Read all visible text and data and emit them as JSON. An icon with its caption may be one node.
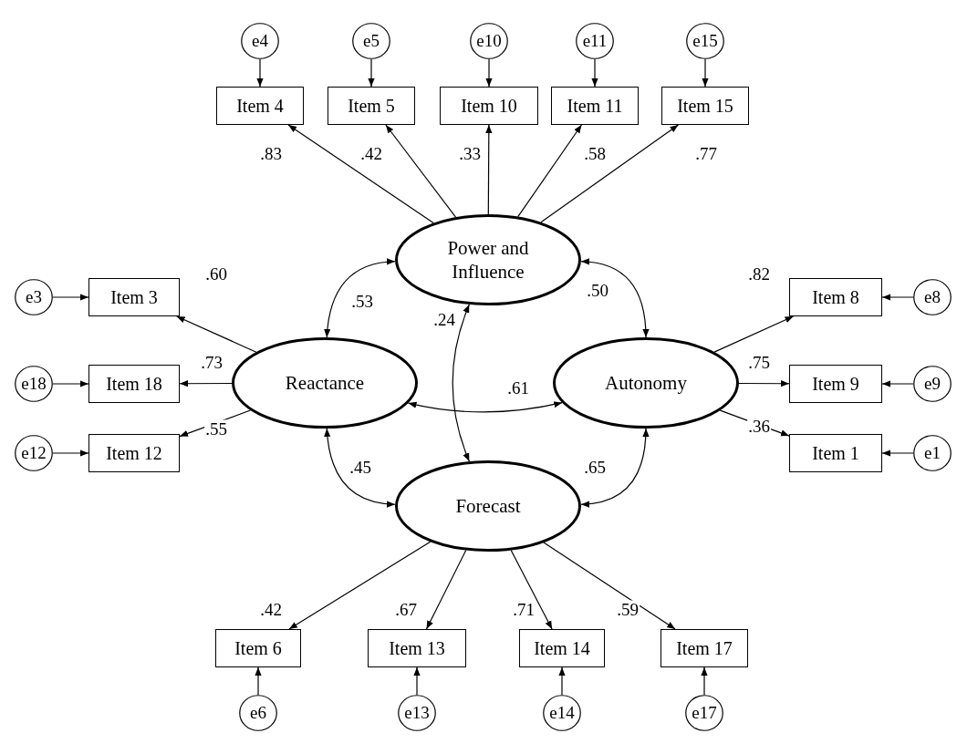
{
  "diagram": {
    "nodes": [
      {
        "text": [
          "e4"
        ]
      },
      {
        "text": [
          "e5"
        ]
      },
      {
        "text": [
          "e10"
        ]
      },
      {
        "text": [
          "e11"
        ]
      },
      {
        "text": [
          "e15"
        ]
      },
      {
        "text": [
          "Item 4"
        ]
      },
      {
        "text": [
          "Item 5"
        ]
      },
      {
        "text": [
          "Item 10"
        ]
      },
      {
        "text": [
          "Item 11"
        ]
      },
      {
        "text": [
          "Item 15"
        ]
      },
      {
        "text": [
          "Power and Influence"
        ]
      },
      {
        "text": [
          "e3"
        ]
      },
      {
        "text": [
          "Item 3"
        ]
      },
      {
        "text": [
          "Item 8"
        ]
      },
      {
        "text": [
          "e8"
        ]
      },
      {
        "text": [
          "e18"
        ]
      },
      {
        "text": [
          "Item 18"
        ]
      },
      {
        "text": [
          "Reactance"
        ]
      },
      {
        "text": [
          "Autonomy"
        ]
      },
      {
        "text": [
          "Item 9"
        ]
      },
      {
        "text": [
          "e9"
        ]
      },
      {
        "text": [
          "e12"
        ]
      },
      {
        "text": [
          "Item 12"
        ]
      },
      {
        "text": [
          "Item 1"
        ]
      },
      {
        "text": [
          "e1"
        ]
      },
      {
        "text": [
          "Forecast"
        ]
      },
      {
        "text": [
          "Item 6"
        ]
      },
      {
        "text": [
          "Item 13"
        ]
      },
      {
        "text": [
          "Item 14"
        ]
      },
      {
        "text": [
          "Item 17"
        ]
      },
      {
        "text": [
          "e6"
        ]
      },
      {
        "text": [
          "e13"
        ]
      },
      {
        "text": [
          "e14"
        ]
      },
      {
        "text": [
          "e17"
        ]
      }
    ],
    "edges": [
      {
        "from": 0,
        "to": 5,
        "arrow": "to"
      },
      {
        "from": 1,
        "to": 6,
        "arrow": "to"
      },
      {
        "from": 2,
        "to": 7,
        "arrow": "to"
      },
      {
        "from": 3,
        "to": 8,
        "arrow": "to"
      },
      {
        "from": 4,
        "to": 9,
        "arrow": "to"
      },
      {
        "from": 10,
        "to": 5,
        "arrow": "to",
        "label": ".83"
      },
      {
        "from": 10,
        "to": 6,
        "arrow": "to",
        "label": ".42"
      },
      {
        "from": 10,
        "to": 7,
        "arrow": "to",
        "label": ".33"
      },
      {
        "from": 10,
        "to": 8,
        "arrow": "to",
        "label": ".58"
      },
      {
        "from": 10,
        "to": 9,
        "arrow": "to",
        "label": ".77"
      },
      {
        "from": 11,
        "to": 12,
        "arrow": "to"
      },
      {
        "from": 15,
        "to": 16,
        "arrow": "to"
      },
      {
        "from": 21,
        "to": 22,
        "arrow": "to"
      },
      {
        "from": 17,
        "to": 12,
        "arrow": "to",
        "label": ".60"
      },
      {
        "from": 17,
        "to": 16,
        "arrow": "to",
        "label": ".73"
      },
      {
        "from": 17,
        "to": 22,
        "arrow": "to",
        "label": ".55"
      },
      {
        "from": 18,
        "to": 13,
        "arrow": "to",
        "label": ".82"
      },
      {
        "from": 18,
        "to": 19,
        "arrow": "to",
        "label": ".75"
      },
      {
        "from": 18,
        "to": 23,
        "arrow": "to",
        "label": ".36"
      },
      {
        "from": 14,
        "to": 13,
        "arrow": "to"
      },
      {
        "from": 20,
        "to": 19,
        "arrow": "to"
      },
      {
        "from": 24,
        "to": 23,
        "arrow": "to"
      },
      {
        "from": 10,
        "to": 17,
        "arrow": "both",
        "label": ".53"
      },
      {
        "from": 10,
        "to": 18,
        "arrow": "both",
        "label": ".50"
      },
      {
        "from": 10,
        "to": 25,
        "arrow": "both",
        "label": ".24"
      },
      {
        "from": 17,
        "to": 18,
        "arrow": "both",
        "label": ".61"
      },
      {
        "from": 17,
        "to": 25,
        "arrow": "both",
        "label": ".45"
      },
      {
        "from": 18,
        "to": 25,
        "arrow": "both",
        "label": ".65"
      },
      {
        "from": 25,
        "to": 26,
        "arrow": "to",
        "label": ".42"
      },
      {
        "from": 25,
        "to": 27,
        "arrow": "to",
        "label": ".67"
      },
      {
        "from": 25,
        "to": 28,
        "arrow": "to",
        "label": ".71"
      },
      {
        "from": 25,
        "to": 29,
        "arrow": "to",
        "label": ".59"
      },
      {
        "from": 30,
        "to": 26,
        "arrow": "to"
      },
      {
        "from": 31,
        "to": 27,
        "arrow": "to"
      },
      {
        "from": 32,
        "to": 28,
        "arrow": "to"
      },
      {
        "from": 33,
        "to": 29,
        "arrow": "to"
      }
    ]
  }
}
